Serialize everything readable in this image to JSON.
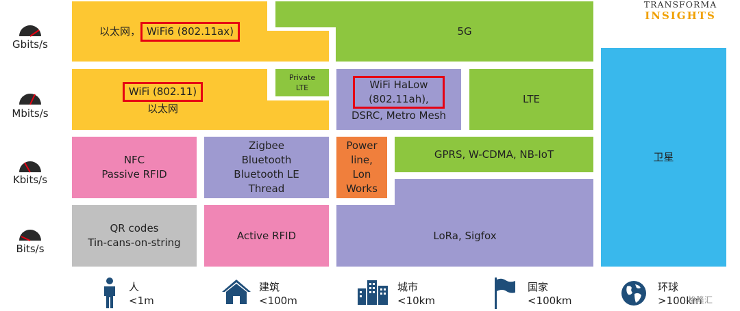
{
  "logo": {
    "line1": "TRANSFORMA",
    "line2": "INSIGHTS"
  },
  "speeds": [
    "Gbits/s",
    "Mbits/s",
    "Kbits/s",
    "Bits/s"
  ],
  "blocks": {
    "ethernet_wifi6": {
      "prefix": "以太网，",
      "highlight": "WiFi6 (802.11ax)"
    },
    "fiveg": "5G",
    "wifi": {
      "highlight": "WiFi (802.11)",
      "line2": "以太网"
    },
    "private_lte": [
      "Private",
      "LTE"
    ],
    "halow": {
      "h1": "WiFi HaLow",
      "h2": "(802.11ah),",
      "line3": "DSRC, Metro Mesh"
    },
    "lte": "LTE",
    "satellite": "卫星",
    "nfc": [
      "NFC",
      "Passive RFID"
    ],
    "zigbee": [
      "Zigbee",
      "Bluetooth",
      "Bluetooth LE",
      "Thread"
    ],
    "powerline": [
      "Power",
      "line,",
      "Lon",
      "Works"
    ],
    "gprs": "GPRS, W-CDMA, NB-IoT",
    "qr": [
      "QR codes",
      "Tin-cans-on-string"
    ],
    "active_rfid": "Active RFID",
    "lora": "LoRa, Sigfox"
  },
  "scales": [
    {
      "name": "人",
      "range": "<1m",
      "icon": "person-icon"
    },
    {
      "name": "建筑",
      "range": "<100m",
      "icon": "house-icon"
    },
    {
      "name": "城市",
      "range": "<10km",
      "icon": "city-icon"
    },
    {
      "name": "国家",
      "range": "<100km",
      "icon": "flag-icon"
    },
    {
      "name": "环球",
      "range": ">100km",
      "icon": "globe-icon"
    }
  ],
  "watermark": "格隆汇",
  "colors": {
    "yellow": "#fdc732",
    "green": "#8dc63f",
    "purple": "#9e9ad0",
    "pink": "#f086b5",
    "orange": "#f07f3c",
    "gray": "#c0c0c0",
    "sky": "#39b8ec",
    "highlight_red": "#e60012",
    "icon_blue": "#1f4e79"
  }
}
